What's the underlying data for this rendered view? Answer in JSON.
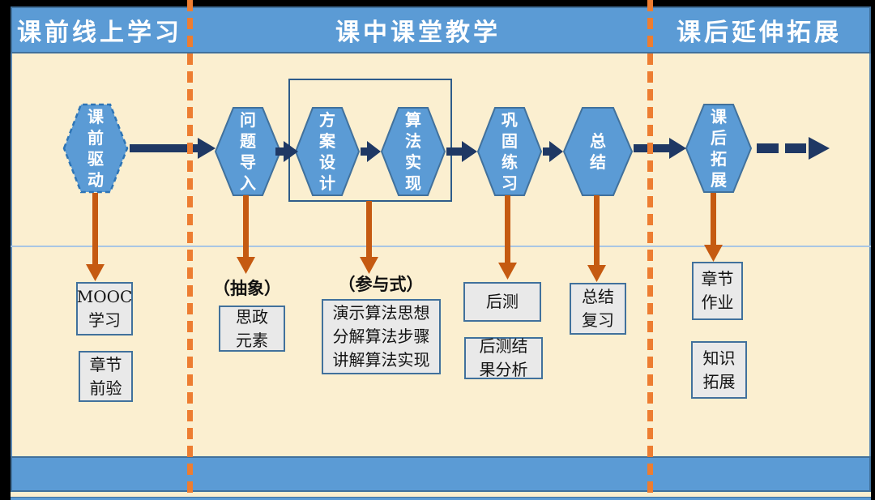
{
  "header": {
    "sections": [
      {
        "label": "课前线上学习"
      },
      {
        "label": "课中课堂教学"
      },
      {
        "label": "课后延伸拓展"
      }
    ]
  },
  "stages": [
    {
      "id": "pre-class-drive",
      "label": "课\n前\n驱\n动",
      "border": "dashed"
    },
    {
      "id": "problem-introduction",
      "label": "问\n题\n导\n入",
      "border": "solid"
    },
    {
      "id": "scheme-design",
      "label": "方\n案\n设\n计",
      "border": "solid"
    },
    {
      "id": "algorithm-implementation",
      "label": "算\n法\n实\n现",
      "border": "solid"
    },
    {
      "id": "consolidation-practice",
      "label": "巩\n固\n练\n习",
      "border": "solid"
    },
    {
      "id": "summary",
      "label": "总\n结",
      "border": "solid"
    },
    {
      "id": "post-class-extension",
      "label": "课\n后\n拓\n展",
      "border": "solid"
    }
  ],
  "annotations": {
    "abstract": "（抽象）",
    "participatory": "（参与式）"
  },
  "boxes": [
    {
      "id": "mooc-study",
      "label": "MOOC\n学习"
    },
    {
      "id": "chapter-pretest",
      "label": "章节\n前验"
    },
    {
      "id": "ideology-elements",
      "label": "思政\n元素"
    },
    {
      "id": "algorithm-teaching",
      "label": "演示算法思想\n分解算法步骤\n讲解算法实现"
    },
    {
      "id": "post-test",
      "label": "后测"
    },
    {
      "id": "post-test-analysis",
      "label": "后测结\n果分析"
    },
    {
      "id": "summary-review",
      "label": "总结\n复习"
    },
    {
      "id": "chapter-homework",
      "label": "章节\n作业"
    },
    {
      "id": "knowledge-extension",
      "label": "知识\n拓展"
    }
  ],
  "colors": {
    "header_blue": "#5B9BD5",
    "header_border": "#41719C",
    "body_cream": "#FBEFD0",
    "hexagon_fill": "#5B9BD5",
    "hexagon_border": "#2E75B6",
    "flow_arrow_navy": "#1F3864",
    "down_arrow_orange": "#C55A11",
    "divider_dash_orange": "#ED7D31",
    "box_fill": "#E9E9E9",
    "box_border": "#41719C",
    "frame_black": "#000000",
    "thin_rule_blue": "#A9C6E4"
  }
}
